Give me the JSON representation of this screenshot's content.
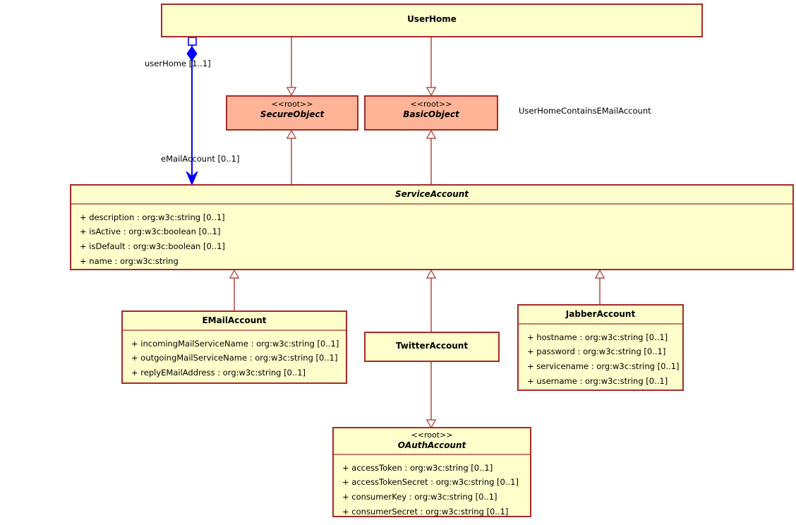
{
  "diagram": {
    "title": "ServiceAccount UML class diagram",
    "colors": {
      "class_border": "#a52a2a",
      "class_fill": "#ffffcc",
      "root_fill": "#ffb497",
      "generalization_line": "#b5524a",
      "association_line": "#0000ff",
      "compartment_divider": "#c77b68"
    },
    "classes": [
      {
        "id": "userhome",
        "name": "UserHome",
        "stereotype": "",
        "abstract": false,
        "fill": "yellow",
        "attributes": []
      },
      {
        "id": "secureobject",
        "name": "SecureObject",
        "stereotype": "<<root>>",
        "abstract": true,
        "fill": "salmon",
        "attributes": []
      },
      {
        "id": "basicobject",
        "name": "BasicObject",
        "stereotype": "<<root>>",
        "abstract": true,
        "fill": "salmon",
        "attributes": []
      },
      {
        "id": "serviceaccount",
        "name": "ServiceAccount",
        "stereotype": "",
        "abstract": true,
        "fill": "yellow",
        "attributes": [
          "+ description : org:w3c:string [0..1]",
          "+ isActive : org:w3c:boolean [0..1]",
          "+ isDefault : org:w3c:boolean [0..1]",
          "+ name : org:w3c:string"
        ]
      },
      {
        "id": "emailaccount",
        "name": "EMailAccount",
        "stereotype": "",
        "abstract": false,
        "fill": "yellow",
        "attributes": [
          "+ incomingMailServiceName : org:w3c:string [0..1]",
          "+ outgoingMailServiceName : org:w3c:string [0..1]",
          "+ replyEMailAddress : org:w3c:string [0..1]"
        ]
      },
      {
        "id": "twitteraccount",
        "name": "TwitterAccount",
        "stereotype": "",
        "abstract": false,
        "fill": "yellow",
        "attributes": []
      },
      {
        "id": "jabberaccount",
        "name": "JabberAccount",
        "stereotype": "",
        "abstract": false,
        "fill": "yellow",
        "attributes": [
          "+ hostname : org:w3c:string [0..1]",
          "+ password : org:w3c:string [0..1]",
          "+ servicename : org:w3c:string [0..1]",
          "+ username : org:w3c:string [0..1]"
        ]
      },
      {
        "id": "oauthaccount",
        "name": "OAuthAccount",
        "stereotype": "<<root>>",
        "abstract": true,
        "fill": "yellow",
        "attributes": [
          "+ accessToken : org:w3c:string [0..1]",
          "+ accessTokenSecret : org:w3c:string [0..1]",
          "+ consumerKey : org:w3c:string [0..1]",
          "+ consumerSecret : org:w3c:string [0..1]"
        ]
      }
    ],
    "relationships": [
      {
        "id": "rel-assoc",
        "kind": "composition",
        "name": "UserHomeContainsEMailAccount",
        "source": "userhome",
        "target": "serviceaccount",
        "source_role": "userHome [1..1]",
        "target_role": "eMailAccount [0..1]",
        "color": "#0000ff"
      },
      {
        "id": "rel-uh-so",
        "kind": "generalization",
        "source": "userhome",
        "target": "secureobject"
      },
      {
        "id": "rel-uh-bo",
        "kind": "generalization",
        "source": "userhome",
        "target": "basicobject"
      },
      {
        "id": "rel-sa-so",
        "kind": "generalization",
        "source": "serviceaccount",
        "target": "secureobject"
      },
      {
        "id": "rel-sa-bo",
        "kind": "generalization",
        "source": "serviceaccount",
        "target": "basicobject"
      },
      {
        "id": "rel-ema-sa",
        "kind": "generalization",
        "source": "emailaccount",
        "target": "serviceaccount"
      },
      {
        "id": "rel-twa-sa",
        "kind": "generalization",
        "source": "twitteraccount",
        "target": "serviceaccount"
      },
      {
        "id": "rel-jba-sa",
        "kind": "generalization",
        "source": "jabberaccount",
        "target": "serviceaccount"
      },
      {
        "id": "rel-twa-oa",
        "kind": "generalization",
        "source": "twitteraccount",
        "target": "oauthaccount"
      }
    ],
    "labels": {
      "source_role": "userHome [1..1]",
      "target_role": "eMailAccount [0..1]",
      "association_name": "UserHomeContainsEMailAccount"
    }
  }
}
